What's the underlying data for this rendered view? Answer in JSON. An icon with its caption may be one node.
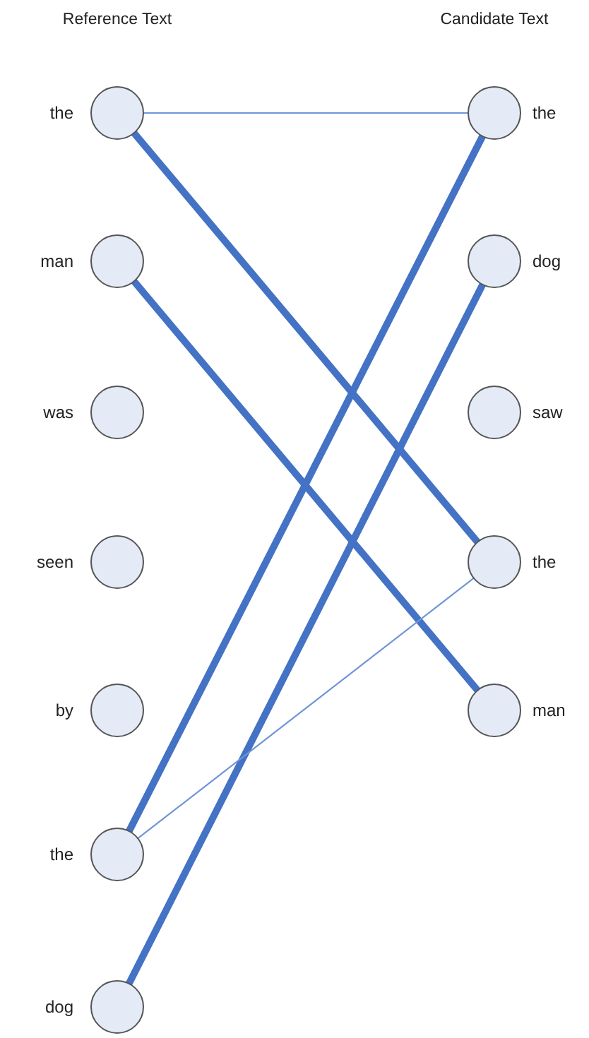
{
  "diagram": {
    "nodes": [
      {
        "text": [],
        "shape": "circle",
        "beside": [
          "the"
        ]
      },
      {
        "text": [],
        "shape": "circle",
        "beside": [
          "man"
        ]
      },
      {
        "text": [],
        "shape": "circle",
        "beside": [
          "was"
        ]
      },
      {
        "text": [],
        "shape": "circle",
        "beside": [
          "seen"
        ]
      },
      {
        "text": [],
        "shape": "circle",
        "beside": [
          "by"
        ]
      },
      {
        "text": [],
        "shape": "circle",
        "beside": [
          "the"
        ]
      },
      {
        "text": [],
        "shape": "circle",
        "beside": [
          "dog"
        ]
      },
      {
        "text": [],
        "shape": "circle",
        "beside": [
          "the"
        ]
      },
      {
        "text": [],
        "shape": "circle",
        "beside": [
          "dog"
        ]
      },
      {
        "text": [],
        "shape": "circle",
        "beside": [
          "saw"
        ]
      },
      {
        "text": [],
        "shape": "circle",
        "beside": [
          "the"
        ]
      },
      {
        "text": [],
        "shape": "circle",
        "beside": [
          "man"
        ]
      }
    ],
    "edges": [
      {
        "from": 0,
        "to": 7,
        "arrow": "none",
        "color": "#6f95d8"
      },
      {
        "from": 0,
        "to": 10,
        "arrow": "none"
      },
      {
        "from": 1,
        "to": 11,
        "arrow": "none"
      },
      {
        "from": 5,
        "to": 7,
        "arrow": "none"
      },
      {
        "from": 6,
        "to": 8,
        "arrow": "none"
      },
      {
        "from": 5,
        "to": 10,
        "arrow": "none",
        "color": "#6f95d8"
      }
    ],
    "labels": [
      "Reference Text",
      "Candidate Text"
    ]
  }
}
